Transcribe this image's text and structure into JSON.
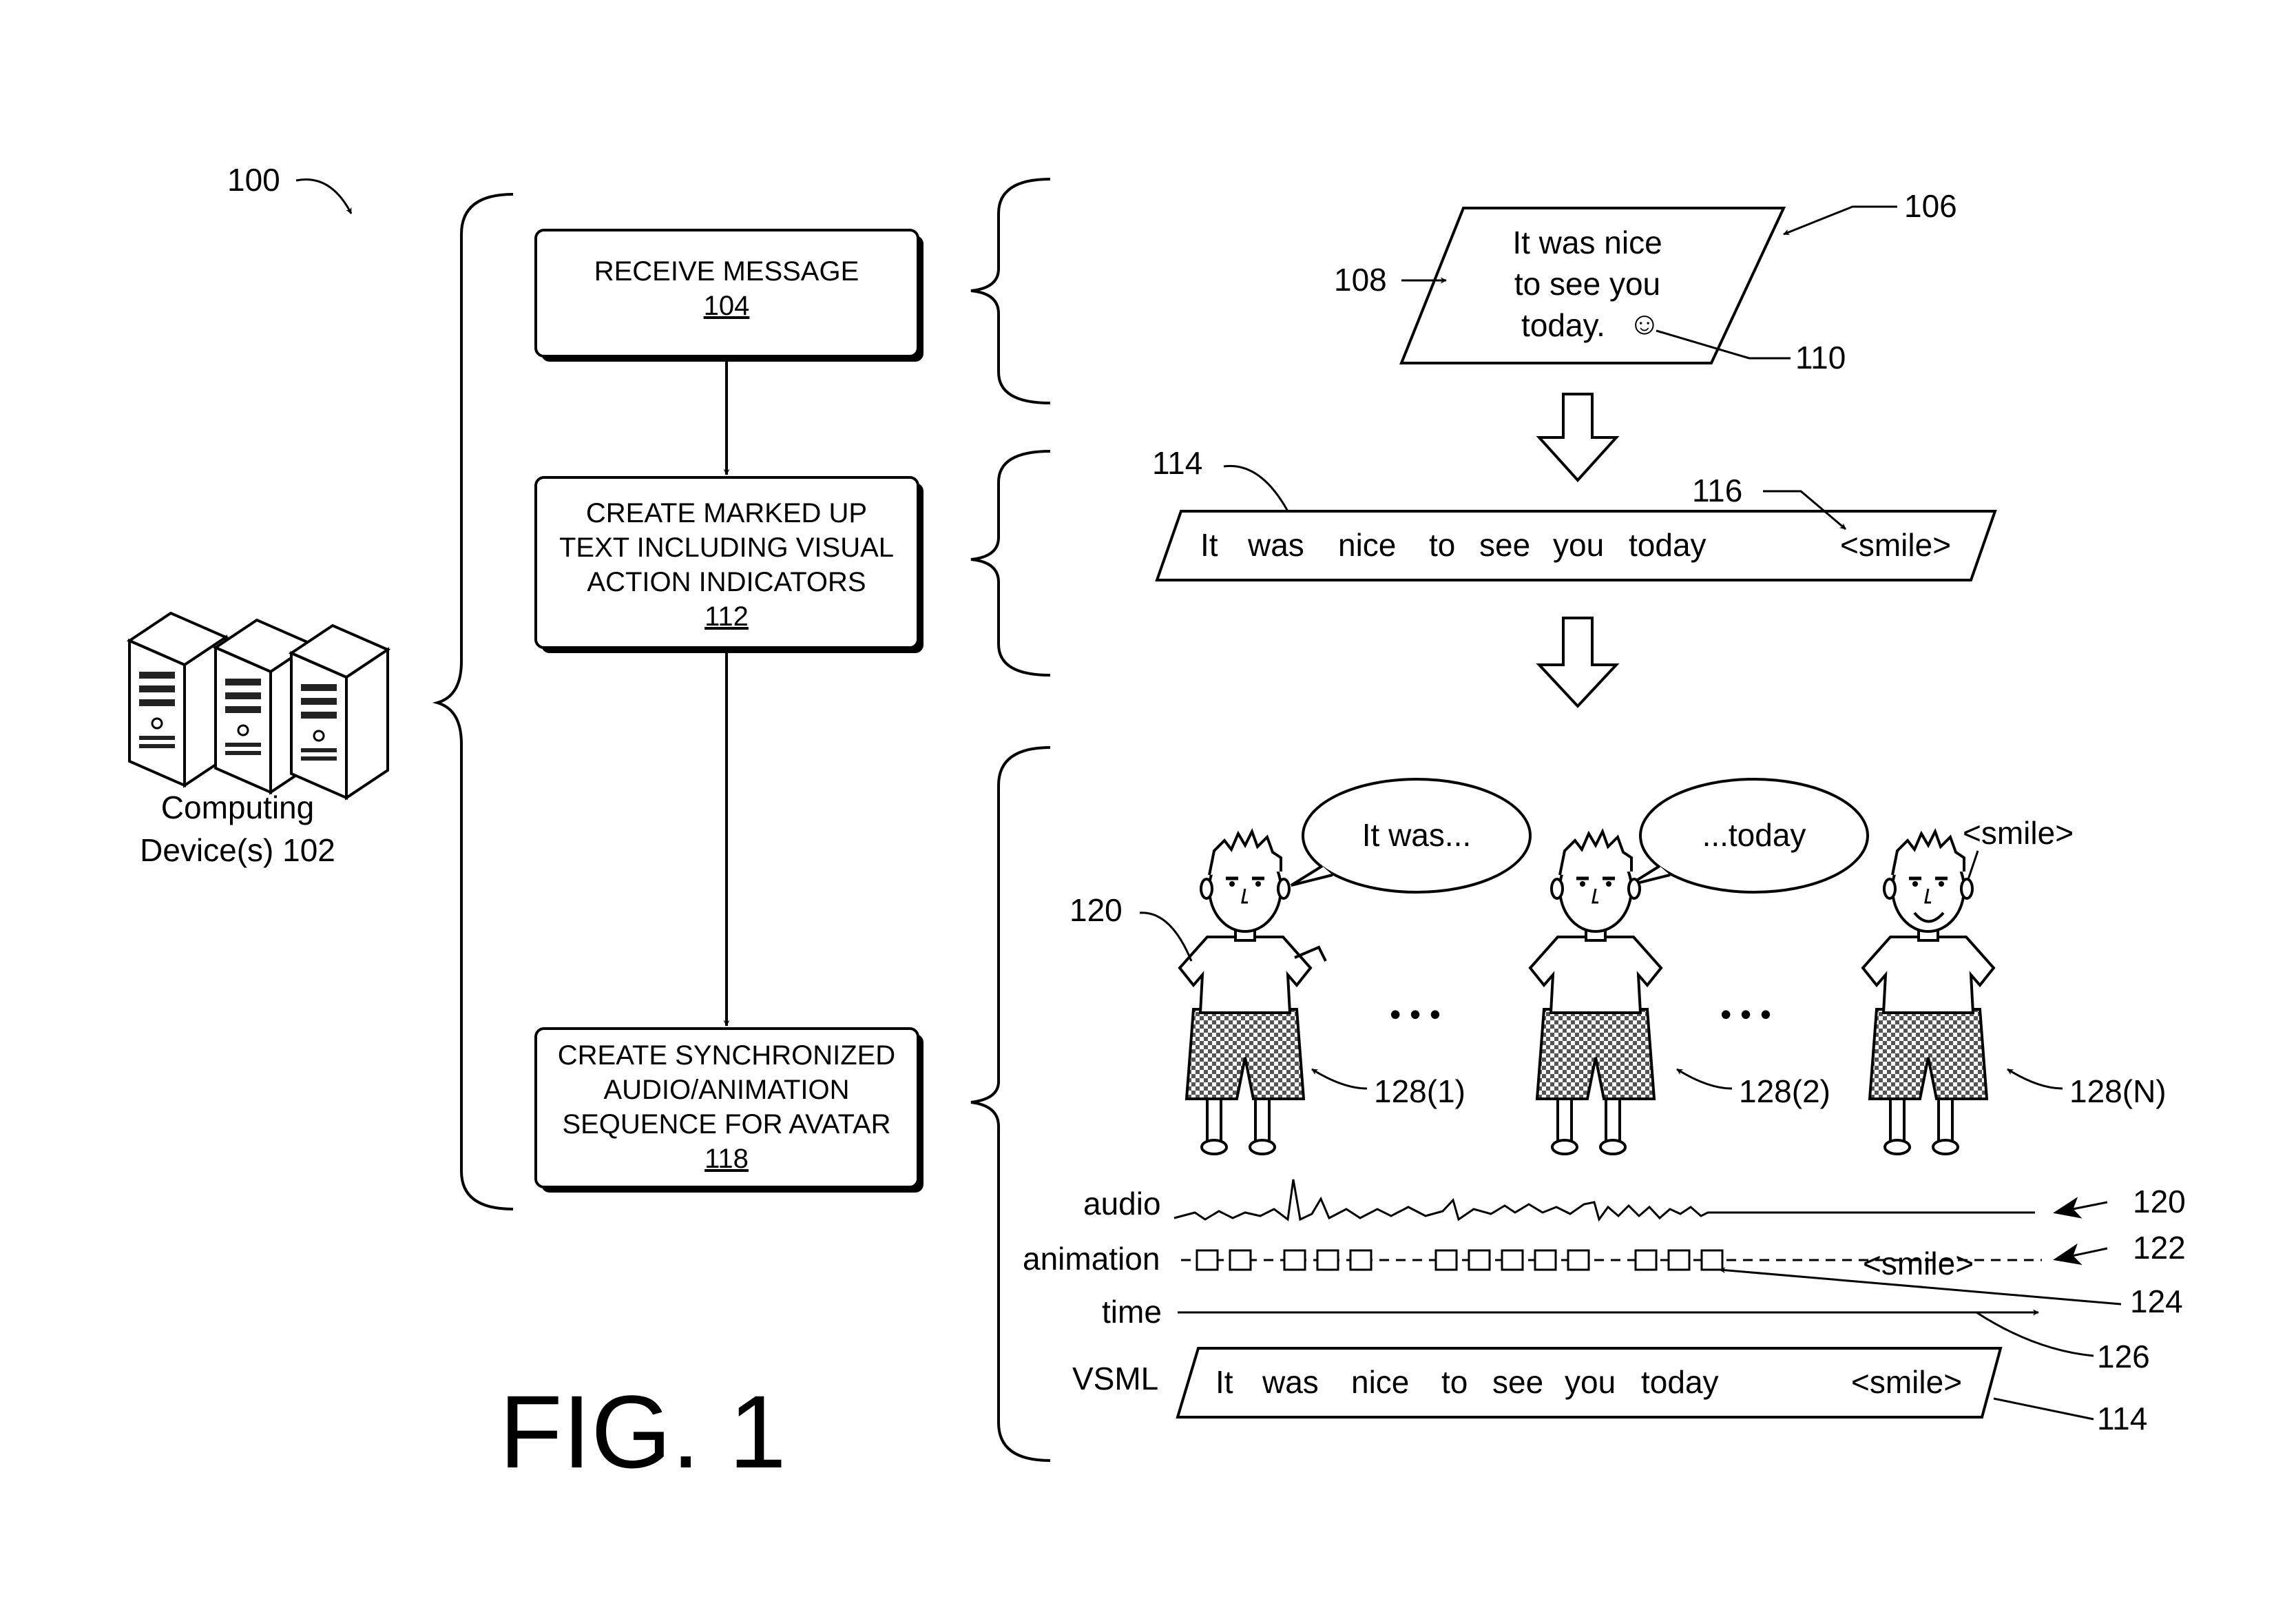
{
  "figure": {
    "ref_100": "100",
    "fig_label": "FIG. 1"
  },
  "computing": {
    "line1": "Computing",
    "line2": "Device(s) 102"
  },
  "flow": {
    "box1": {
      "line1": "RECEIVE MESSAGE",
      "ref": "104"
    },
    "box2": {
      "line1": "CREATE MARKED UP",
      "line2": "TEXT INCLUDING VISUAL",
      "line3": "ACTION INDICATORS",
      "ref": "112"
    },
    "box3": {
      "line1": "CREATE SYNCHRONIZED",
      "line2": "AUDIO/ANIMATION",
      "line3": "SEQUENCE FOR AVATAR",
      "ref": "118"
    }
  },
  "message": {
    "line1": "It was nice",
    "line2": "to see you",
    "line3": "today.",
    "emoji": "☺",
    "ref_106": "106",
    "ref_108": "108",
    "ref_110": "110"
  },
  "markup": {
    "words": [
      "It",
      "was",
      "nice",
      "to",
      "see",
      "you",
      "today"
    ],
    "tag": "<smile>",
    "ref_114": "114",
    "ref_116": "116"
  },
  "avatars": {
    "bubble1": "It was...",
    "bubble2": "...today",
    "smile_tag": "<smile>",
    "ellipsis": "• • •",
    "ref_120": "120",
    "ref_a1": "128(1)",
    "ref_a2": "128(2)",
    "ref_aN": "128(N)"
  },
  "timeline": {
    "audio_label": "audio",
    "animation_label": "animation",
    "time_label": "time",
    "vsml_label": "VSML",
    "smile_tag": "<smile>",
    "ref_120": "120",
    "ref_122": "122",
    "ref_124": "124",
    "ref_126": "126",
    "ref_114": "114"
  },
  "vsml": {
    "words": [
      "It",
      "was",
      "nice",
      "to",
      "see",
      "you",
      "today"
    ],
    "tag": "<smile>"
  }
}
